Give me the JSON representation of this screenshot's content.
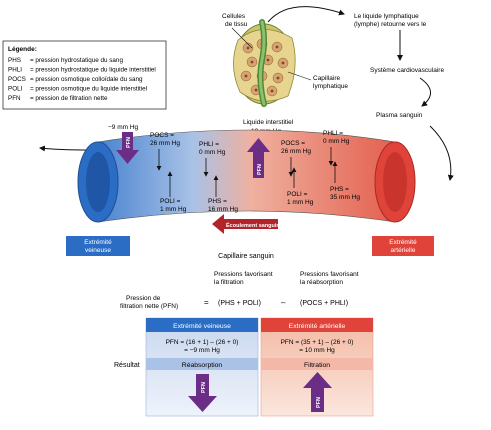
{
  "legend": {
    "title": "Légende:",
    "items": [
      {
        "abbr": "PHS",
        "def": "= pression hydrostatique du sang"
      },
      {
        "abbr": "PHLI",
        "def": "= pression hydrostatique du liquide interstitiel"
      },
      {
        "abbr": "POCS",
        "def": "= pression osmotique colloïdale du sang"
      },
      {
        "abbr": "POLI",
        "def": "= pression osmotique du liquide interstitiel"
      },
      {
        "abbr": "PFN",
        "def": "= pression de filtration nette"
      }
    ]
  },
  "top": {
    "cells_label": [
      "Cellules",
      "de tissu"
    ],
    "lymph_capillary": [
      "Capillaire",
      "lymphatique"
    ],
    "lymph_return": [
      "Le liquide lymphatique",
      "(lymphe) retourne vers le"
    ],
    "cardio_system": "Système cardiovasculaire",
    "plasma": "Plasma sanguin",
    "interstitial": [
      "Liquide interstitiel",
      "10 mm Hg"
    ]
  },
  "venous_side": {
    "pfn": "−9 mm Hg",
    "pocs": [
      "POCS =",
      "26 mm Hg"
    ],
    "phli": [
      "PHLI =",
      "0 mm Hg"
    ],
    "poli": [
      "POLI =",
      "1 mm Hg"
    ],
    "phs": [
      "PHS =",
      "16 mm Hg"
    ],
    "label": [
      "Extrémité",
      "veineuse"
    ]
  },
  "arterial_side": {
    "phli": [
      "PHLI =",
      "0 mm Hg"
    ],
    "pocs": [
      "POCS =",
      "26 mm Hg"
    ],
    "poli": [
      "POLI =",
      "1 mm Hg"
    ],
    "phs": [
      "PHS =",
      "35 mm Hg"
    ],
    "label": [
      "Extrémité",
      "artérielle"
    ]
  },
  "flow_label": "Écoulement sanguin",
  "capillary_label": "Capillaire sanguin",
  "pfn_arrow_label": "PFN",
  "formula": {
    "favor_filtration": [
      "Pressions favorisant",
      "la filtration"
    ],
    "favor_reabsorption": [
      "Pressions favorisant",
      "la réabsorption"
    ],
    "net_label": [
      "Pression de",
      "filtration nette (PFN)"
    ],
    "equals": "=",
    "minus": "–",
    "term1": "(PHS + POLI)",
    "term2": "(POCS + PHLI)"
  },
  "venous_box": {
    "header": "Extrémité veineuse",
    "calc": [
      "PFN = (16 + 1) – (26 + 0)",
      "= −9 mm Hg"
    ],
    "result": "Réabsorption"
  },
  "arterial_box": {
    "header": "Extrémité artérielle",
    "calc": [
      "PFN = (35 + 1) – (26 + 0)",
      "= 10 mm Hg"
    ],
    "result": "Filtration"
  },
  "result_label": "Résultat",
  "colors": {
    "venous": "#2b6cc4",
    "arterial": "#e0433a",
    "venous_light": "#b7cde9",
    "arterial_light": "#f3b8a8",
    "pfn_arrow": "#6b2d86",
    "flow_arrow": "#b2232a"
  }
}
